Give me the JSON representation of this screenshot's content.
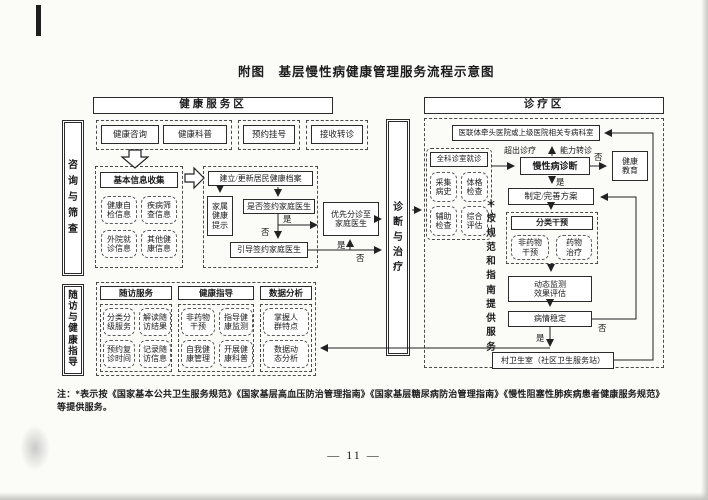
{
  "title": "附图　基层慢性病健康管理服务流程示意图",
  "page_number": "— 11 —",
  "note": {
    "line1": "注：*表示按《国家基本公共卫生服务规范》《国家基层高血压防治管理指南》《国家基层糖尿病防治管理指南》《慢性阻塞性肺疾病患者健康服务规范》",
    "line2": "等提供服务。"
  },
  "regions": {
    "left": "健康服务区",
    "right": "诊疗区"
  },
  "side_labels": {
    "consult_screening": "咨询与筛查",
    "followup_guidance": "随访与健康指导",
    "diagnosis_treatment": "诊断与治疗",
    "guideline_note": "＊按规范和指南提供服务"
  },
  "decision": {
    "yes": "是",
    "no": "否"
  },
  "service_area": {
    "top_row": {
      "consult": "健康咨询",
      "education": "健康科普",
      "appointment": "预约挂号",
      "receive_referral": "接收转诊"
    },
    "info_collect": {
      "header": "基本信息收集",
      "items": [
        "健康自检信息",
        "疾病筛查信息",
        "外院就诊信息",
        "其他健康信息"
      ]
    },
    "archive": {
      "create_update": "建立/更新居民健康档案",
      "family_tip": "家属健康提示",
      "signed_question": "是否签约家庭医生",
      "guide_sign": "引导签约家庭医生",
      "priority_triage": "优先分诊至家庭医生"
    },
    "followup": {
      "service_header": "随访服务",
      "service_items": [
        "分类分级服务",
        "解读随访结果",
        "预约复诊时间",
        "记录随访信息"
      ],
      "guide_header": "健康指导",
      "guide_items": [
        "非药物干预",
        "指导健康监测",
        "自我健康管理",
        "开展健康科普"
      ],
      "data_header": "数据分析",
      "data_items": [
        "掌握人群特点",
        "数据动态分析"
      ]
    }
  },
  "clinic_area": {
    "hospital": "医联体牵头医院或上级医院相关专病科室",
    "gp_visit": "全科诊室就诊",
    "gp_items": [
      "采集病史",
      "体格检查",
      "辅助检查",
      "综合评估"
    ],
    "beyond_capacity_l": "超出诊疗",
    "beyond_capacity_r": "能力转诊",
    "diagnosis": "慢性病诊断",
    "health_education": "健康教育",
    "plan": "制定/完善方案",
    "classify": "分类干预",
    "non_drug": "非药物干预",
    "drug": "药物治疗",
    "monitor": "动态监测效果评估",
    "stable": "病情稳定",
    "village_clinic": "村卫生室（社区卫生服务站）"
  }
}
